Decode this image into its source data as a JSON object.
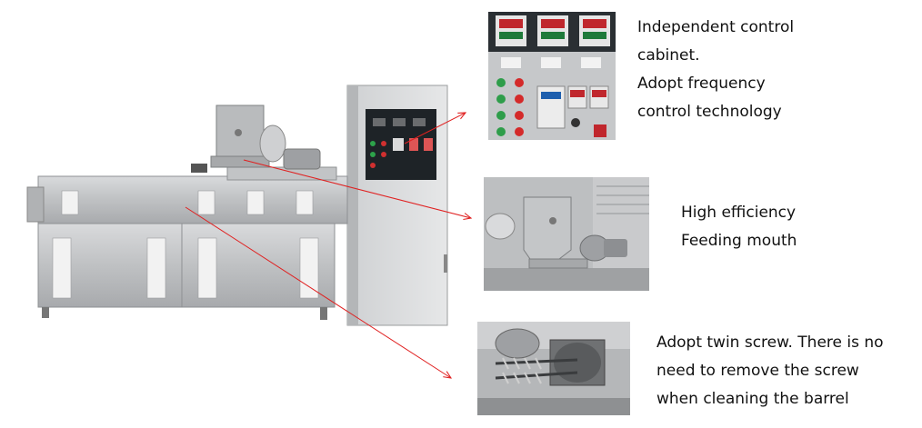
{
  "features": [
    {
      "id": "control-cabinet",
      "lines": [
        "Independent control",
        "cabinet.",
        "Adopt frequency",
        "control technology"
      ]
    },
    {
      "id": "feeding-mouth",
      "lines": [
        "High efficiency",
        "Feeding mouth"
      ]
    },
    {
      "id": "twin-screw",
      "lines": [
        "Adopt twin screw. There is no",
        "need to remove the screw",
        "when cleaning the barrel"
      ]
    }
  ],
  "colors": {
    "arrow": "#e02020",
    "steel": "#c8c9cb",
    "panel": "#1d2226"
  }
}
